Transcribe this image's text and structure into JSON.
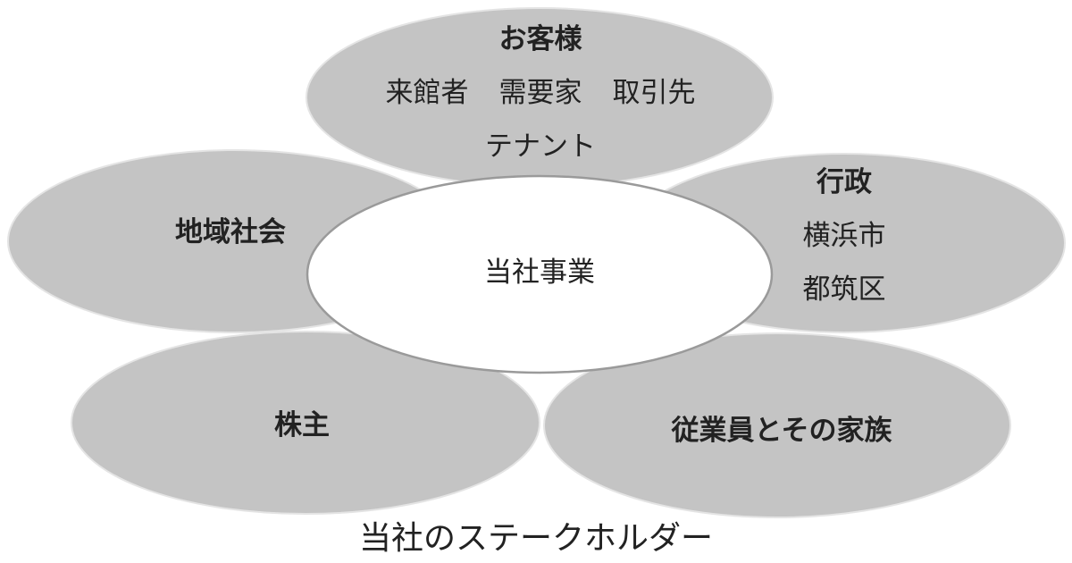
{
  "colors": {
    "petal_fill": "#c4c4c4",
    "hub_fill": "#ffffff",
    "text": "#222222"
  },
  "center": {
    "label": "当社事業"
  },
  "stakeholders": {
    "customers": {
      "title": "お客様",
      "items": [
        "来館者",
        "需要家",
        "取引先"
      ],
      "extra": "テナント"
    },
    "local_community": {
      "title": "地域社会"
    },
    "government": {
      "title": "行政",
      "items": [
        "横浜市",
        "都筑区"
      ]
    },
    "shareholders": {
      "title": "株主"
    },
    "employees": {
      "title": "従業員とその家族"
    }
  },
  "caption": "当社のステークホルダー"
}
